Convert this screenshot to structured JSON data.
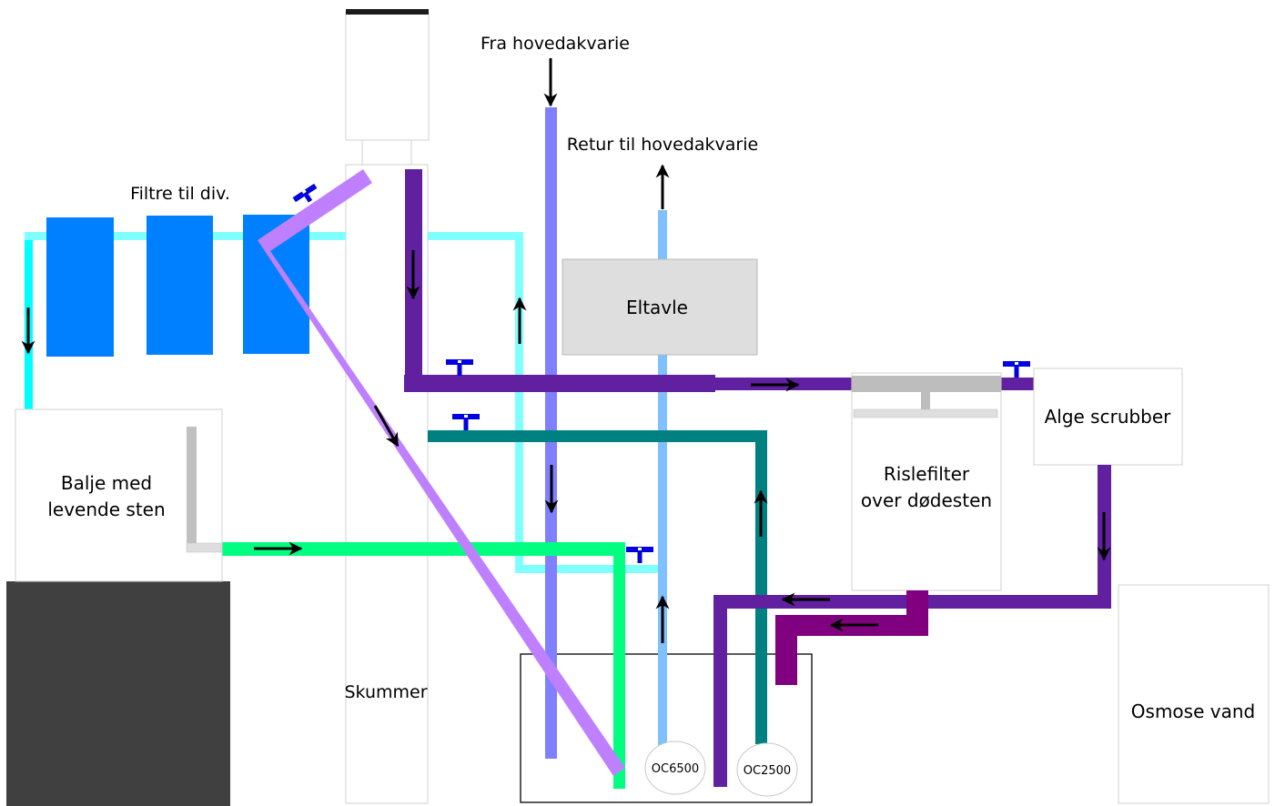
{
  "title": "Sump / filter system flow diagram",
  "colors": {
    "cyan_pipe": "#80ffff",
    "cyan_dark": "#00ffff",
    "filter_blue": "#0080ff",
    "lilac_pipe": "#bf80ff",
    "purple_pipe": "#6020a0",
    "periwinkle_pipe": "#8080ff",
    "sky_pipe": "#80c0ff",
    "teal_pipe": "#008080",
    "green_pipe": "#00ff80",
    "magenta_pipe": "#800080",
    "valve": "#0000e0",
    "panel_gray": "#dedede",
    "stand_dark": "#404040",
    "box_border": "#d0d0d0"
  },
  "labels": {
    "filters": "Filtre til div.",
    "from_main": "Fra hovedakvarie",
    "return_main": "Retur til hovedakvarie",
    "electrical_panel": "Eltavle",
    "algae_scrubber": "Alge scrubber",
    "trickle_filter_line1": "Rislefilter",
    "trickle_filter_line2": "over dødesten",
    "tub_line1": "Balje med",
    "tub_line2": "levende sten",
    "skimmer": "Skummer",
    "ro_water": "Osmose vand",
    "pump_1": "OC6500",
    "pump_2": "OC2500"
  }
}
